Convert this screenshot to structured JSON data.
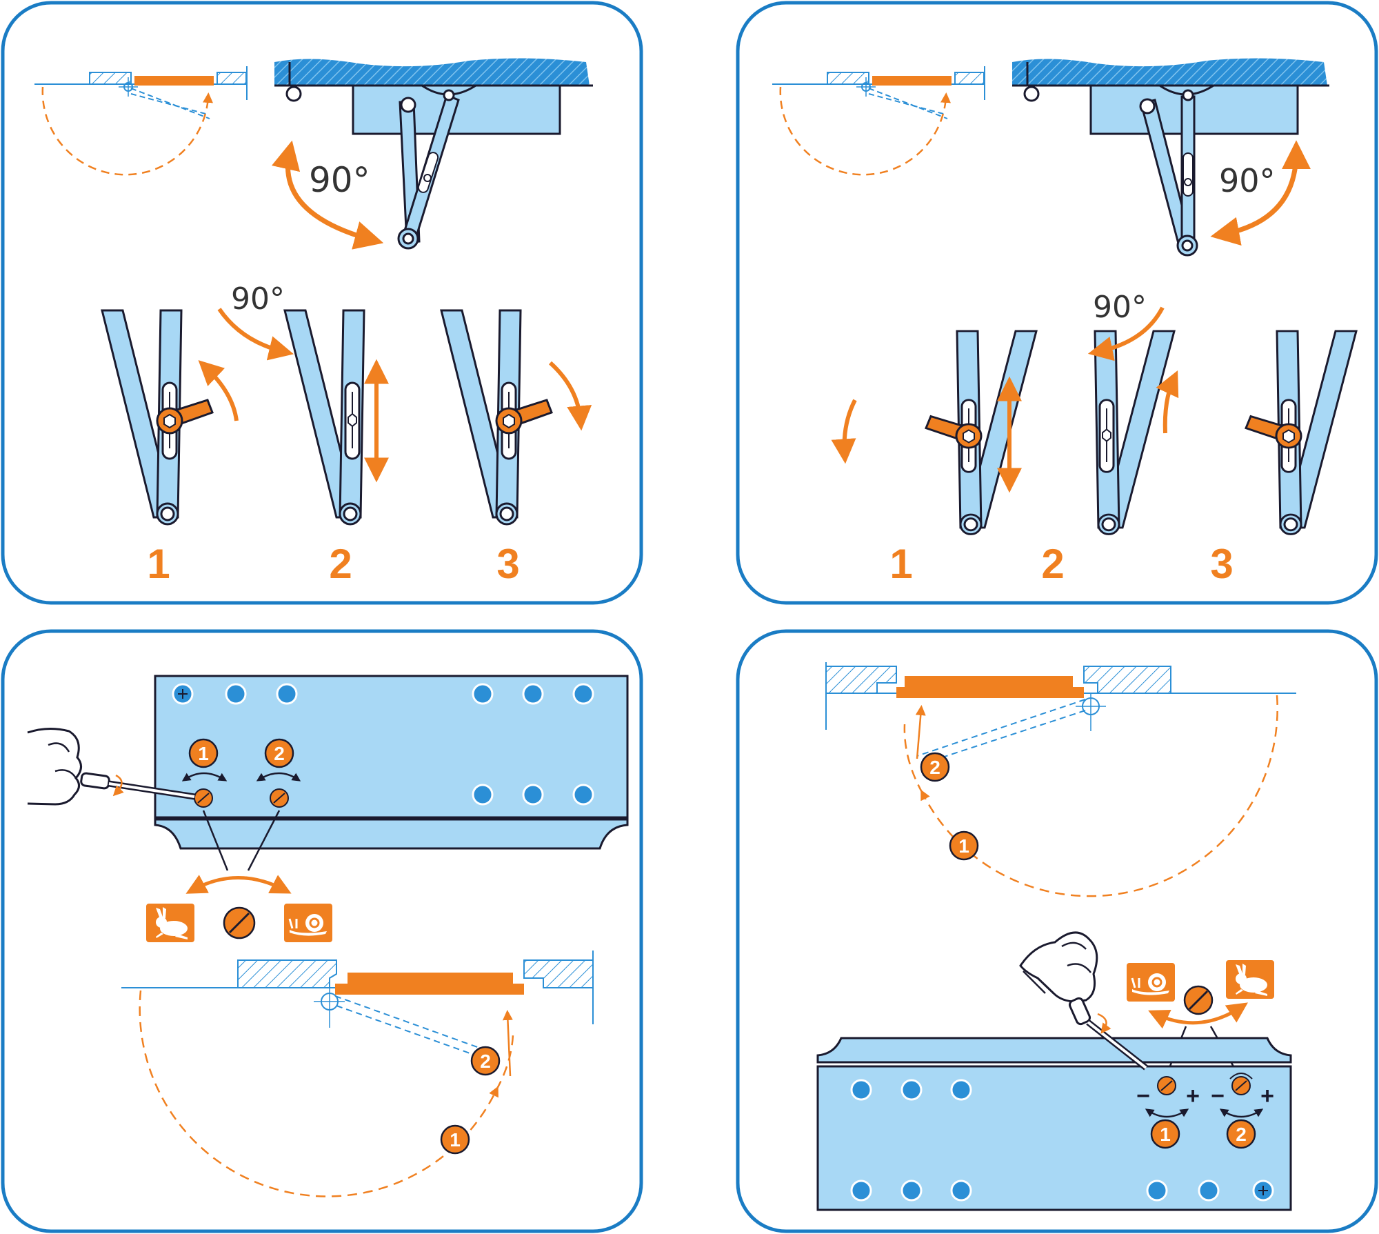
{
  "colors": {
    "frame": "#1a7cc4",
    "light_blue": "#a8d8f5",
    "mid_blue": "#2b8fd6",
    "orange": "#f08020",
    "dark": "#1a1a2e",
    "angle_text": "#333333",
    "white": "#ffffff"
  },
  "panels": {
    "top_left": {
      "angle_label_main": "90°",
      "angle_label_steps": "90°",
      "steps": [
        "1",
        "2",
        "3"
      ]
    },
    "top_right": {
      "angle_label_main": "90°",
      "angle_label_steps": "90°",
      "steps": [
        "1",
        "2",
        "3"
      ]
    },
    "bottom_left": {
      "valve_labels": [
        "1",
        "2"
      ],
      "arc_labels": [
        "1",
        "2"
      ],
      "icons": [
        "rabbit-icon",
        "snail-icon"
      ]
    },
    "bottom_right": {
      "valve_labels": [
        "1",
        "2"
      ],
      "arc_labels": [
        "1",
        "2"
      ],
      "signs": [
        "−",
        "+",
        "−",
        "+"
      ],
      "icons": [
        "snail-icon",
        "rabbit-icon"
      ]
    }
  }
}
